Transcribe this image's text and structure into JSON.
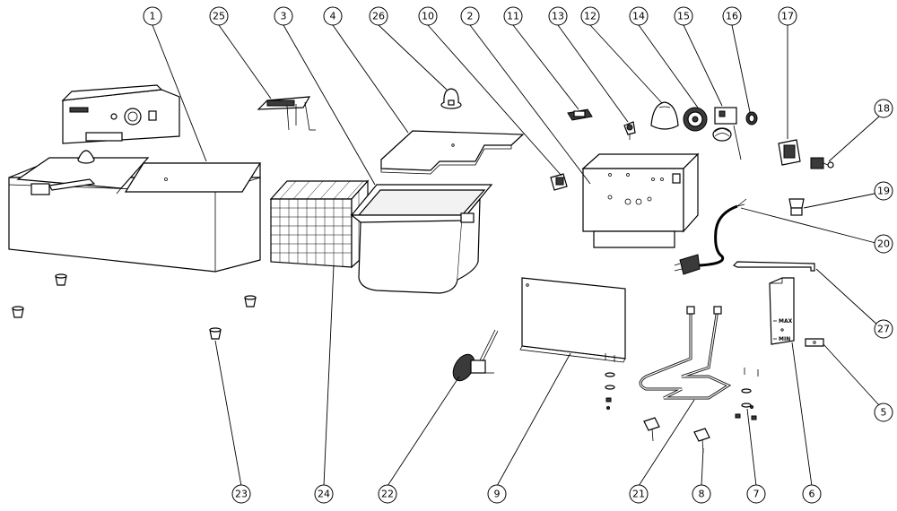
{
  "callouts": [
    "1",
    "25",
    "3",
    "4",
    "26",
    "10",
    "2",
    "11",
    "13",
    "12",
    "14",
    "15",
    "16",
    "17",
    "18",
    "19",
    "20",
    "27",
    "5",
    "6",
    "7",
    "8",
    "21",
    "9",
    "22",
    "24",
    "23"
  ],
  "labels": {
    "max": "MAX",
    "min": "MIN"
  }
}
